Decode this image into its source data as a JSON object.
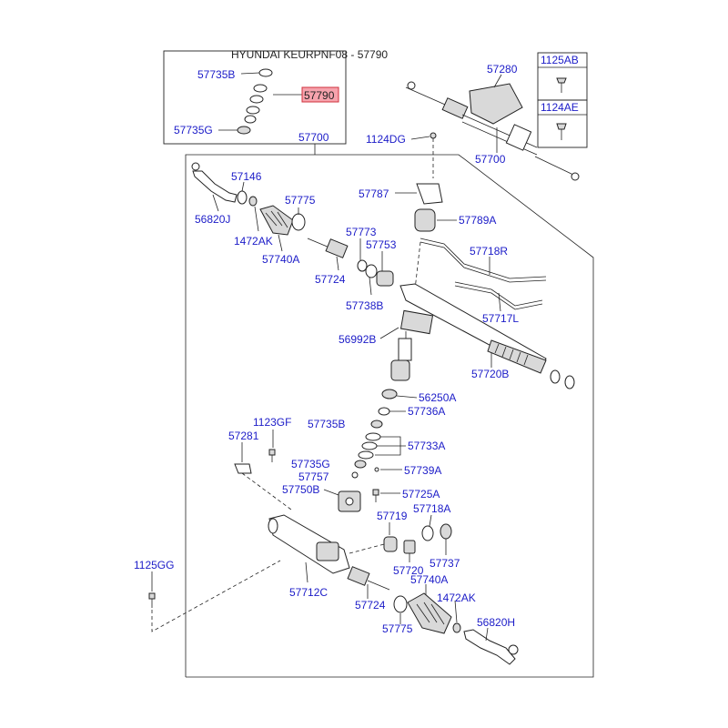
{
  "title": "HYUNDAI KEURPNF08 - 57790",
  "highlight": {
    "label": "57790",
    "fill": "#f6a3ad",
    "stroke": "#d0303c"
  },
  "colors": {
    "label": "#1c1cc8",
    "line": "#222222"
  },
  "labels": {
    "p57735b_top": "57735B",
    "p57735g_top": "57735G",
    "p57700_main": "57700",
    "p57280": "57280",
    "p1125ab": "1125AB",
    "p1124ae": "1124AE",
    "p1124dg": "1124DG",
    "p57700_small": "57700",
    "p57146": "57146",
    "p56820j": "56820J",
    "p57775_top": "57775",
    "p1472ak_top": "1472AK",
    "p57740a_top": "57740A",
    "p57787": "57787",
    "p57789a": "57789A",
    "p57773": "57773",
    "p57753": "57753",
    "p57724_top": "57724",
    "p57738b": "57738B",
    "p57718r": "57718R",
    "p57717l": "57717L",
    "p56992b": "56992B",
    "p57720b": "57720B",
    "p56250a": "56250A",
    "p57736a": "57736A",
    "p57735b_mid": "57735B",
    "p1123gf": "1123GF",
    "p57281": "57281",
    "p57733a": "57733A",
    "p57735g_mid": "57735G",
    "p57757": "57757",
    "p57739a": "57739A",
    "p57750b": "57750B",
    "p57725a": "57725A",
    "p57719": "57719",
    "p57718a": "57718A",
    "p1125gg": "1125GG",
    "p57720": "57720",
    "p57737": "57737",
    "p57740a_bot": "57740A",
    "p57712c": "57712C",
    "p57724_bot": "57724",
    "p1472ak_bot": "1472AK",
    "p56820h": "56820H",
    "p57775_bot": "57775"
  }
}
